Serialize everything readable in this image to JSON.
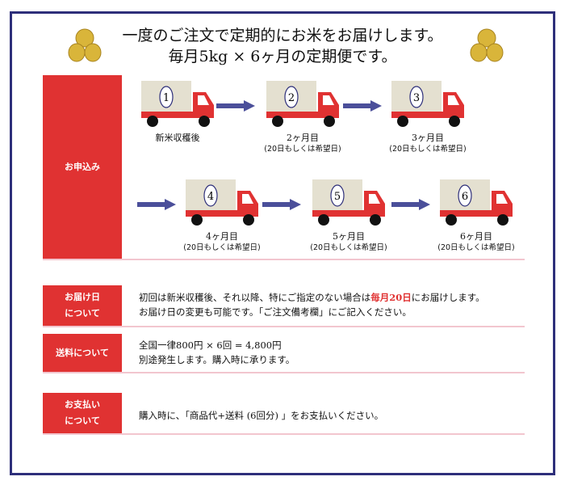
{
  "header": {
    "line1": "一度のご注文で定期的にお米をお届けします。",
    "line2": "毎月5kg × 6ヶ月の定期便です。"
  },
  "order": {
    "label": "お申込み",
    "steps": [
      {
        "num": "1",
        "title": "新米収穫後",
        "note": ""
      },
      {
        "num": "2",
        "title": "2ヶ月目",
        "note": "(20日もしくは希望日)"
      },
      {
        "num": "3",
        "title": "3ヶ月目",
        "note": "(20日もしくは希望日)"
      },
      {
        "num": "4",
        "title": "4ヶ月目",
        "note": "(20日もしくは希望日)"
      },
      {
        "num": "5",
        "title": "5ヶ月目",
        "note": "(20日もしくは希望日)"
      },
      {
        "num": "6",
        "title": "6ヶ月目",
        "note": "(20日もしくは希望日)"
      }
    ]
  },
  "delivery": {
    "label1": "お届け日",
    "label2": "について",
    "text1a": "初回は新米収穫後、それ以降、特にご指定のない場合は",
    "text1b": "毎月20日",
    "text1c": "にお届けします。",
    "text2": "お届け日の変更も可能です。「ご注文備考欄」にご記入ください。"
  },
  "shipping": {
    "label": "送料について",
    "text1": "全国一律800円 × 6回 = 4,800円",
    "text2": "別途発生します。購入時に承ります。"
  },
  "payment": {
    "label1": "お支払い",
    "label2": "について",
    "text": "購入時に、「商品代+送料 (6回分) 」をお支払いください。"
  },
  "colors": {
    "red": "#e03232",
    "navy": "#2e2f7a",
    "arrow": "#4b4f9a",
    "pink": "#f2c6cf"
  }
}
